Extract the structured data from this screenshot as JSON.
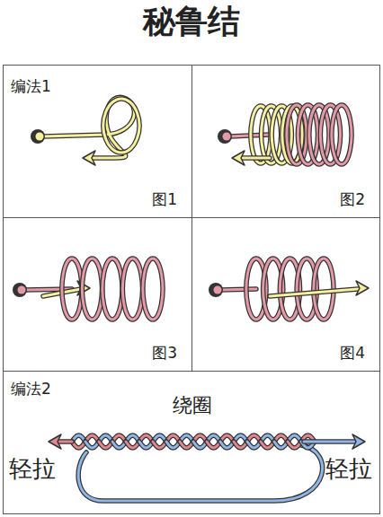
{
  "diagram": {
    "title": "秘鲁结",
    "nodes": [
      {
        "text": [
          "编法1",
          "图1"
        ]
      },
      {
        "text": [
          "图2"
        ]
      },
      {
        "text": [
          "图3"
        ]
      },
      {
        "text": [
          "图4"
        ]
      },
      {
        "text": [
          "编法2",
          "绕圈",
          "轻拉",
          "轻拉"
        ]
      }
    ]
  }
}
